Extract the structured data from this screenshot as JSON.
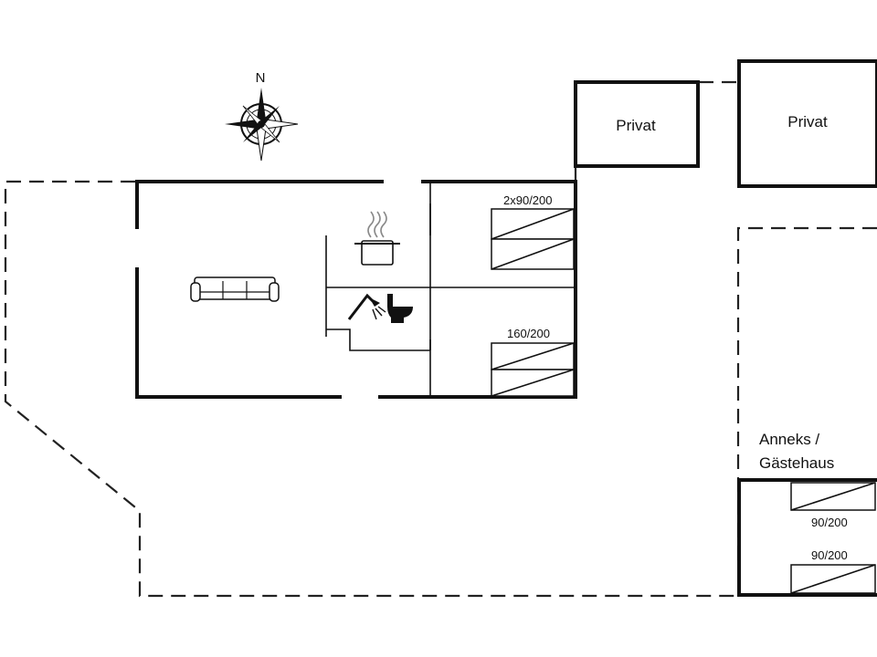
{
  "compass": {
    "north_label": "N"
  },
  "buildings": {
    "privat_1": {
      "label": "Privat"
    },
    "privat_2": {
      "label": "Privat"
    },
    "annex": {
      "label_line1": "Anneks /",
      "label_line2": "Gästehaus"
    }
  },
  "beds": {
    "main_bedroom_1": {
      "label": "2x90/200"
    },
    "main_bedroom_2": {
      "label": "160/200"
    },
    "annex_bed_1": {
      "label": "90/200"
    },
    "annex_bed_2": {
      "label": "90/200"
    }
  },
  "room_icons": [
    "sofa-icon",
    "cooking-pot-icon",
    "shower-icon",
    "toilet-icon",
    "compass-icon"
  ]
}
